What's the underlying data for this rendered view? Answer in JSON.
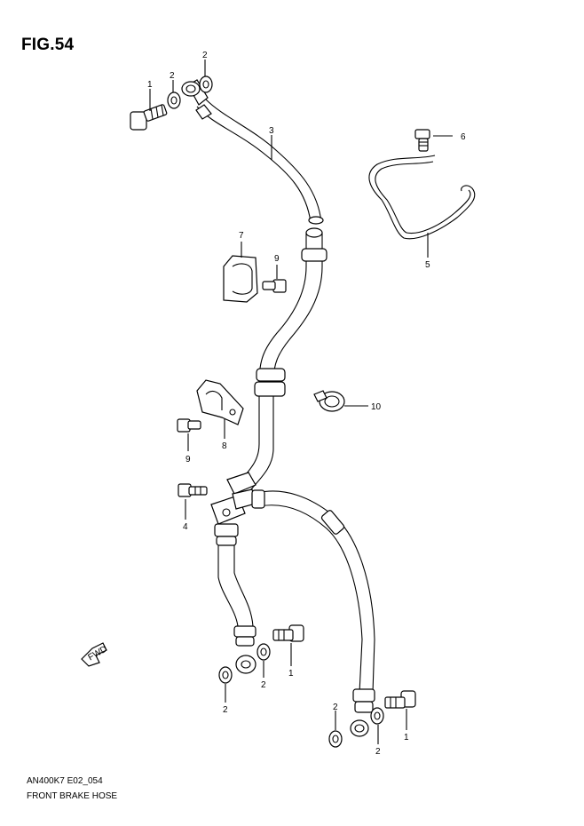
{
  "figure": {
    "title": "FIG.54",
    "code": "AN400K7 E02_054",
    "caption": "FRONT BRAKE HOSE",
    "fwd_label": "FWD"
  },
  "callouts": [
    {
      "id": "c-1a",
      "text": "1"
    },
    {
      "id": "c-2a",
      "text": "2"
    },
    {
      "id": "c-2b",
      "text": "2"
    },
    {
      "id": "c-3",
      "text": "3"
    },
    {
      "id": "c-6",
      "text": "6"
    },
    {
      "id": "c-5",
      "text": "5"
    },
    {
      "id": "c-7",
      "text": "7"
    },
    {
      "id": "c-9a",
      "text": "9"
    },
    {
      "id": "c-10",
      "text": "10"
    },
    {
      "id": "c-8",
      "text": "8"
    },
    {
      "id": "c-9b",
      "text": "9"
    },
    {
      "id": "c-4",
      "text": "4"
    },
    {
      "id": "c-1b",
      "text": "1"
    },
    {
      "id": "c-2c",
      "text": "2"
    },
    {
      "id": "c-2d",
      "text": "2"
    },
    {
      "id": "c-2e",
      "text": "2"
    },
    {
      "id": "c-2f",
      "text": "2"
    },
    {
      "id": "c-1c",
      "text": "1"
    }
  ]
}
